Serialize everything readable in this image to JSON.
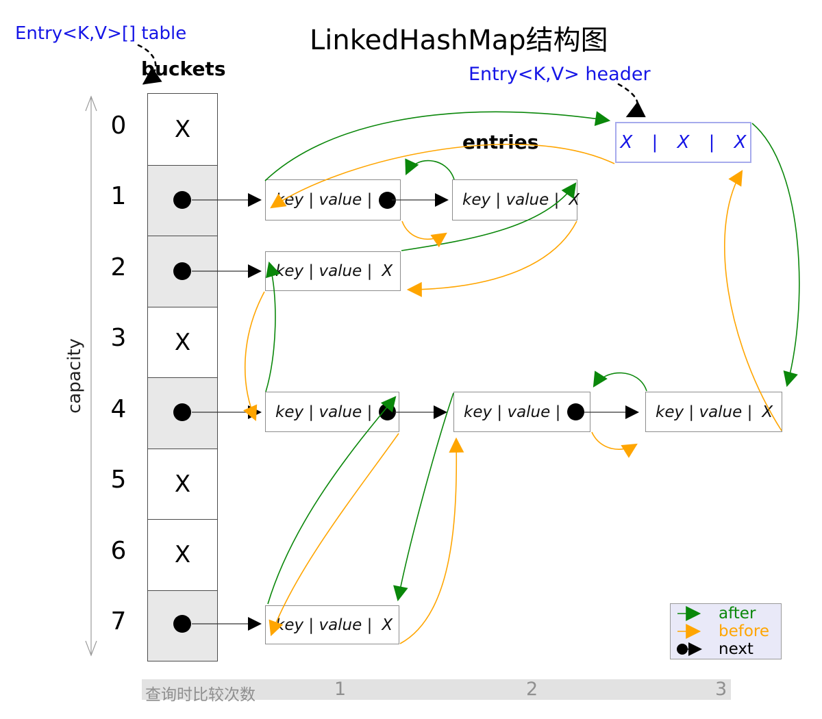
{
  "title": "LinkedHashMap结构图",
  "labels": {
    "table_pointer": "Entry<K,V>[] table",
    "header_pointer": "Entry<K,V> header",
    "buckets": "buckets",
    "entries": "entries",
    "capacity": "capacity"
  },
  "colors": {
    "after": "#0a870a",
    "before": "#ffa500",
    "next": "#000000",
    "pointer_label_blue": "#1515e6",
    "header_box_border": "#a6aaec",
    "entry_box_border": "#8c8c8c",
    "bucket_occupied_fill": "#e8e8e8",
    "footer_bar_fill": "#e2e2e2",
    "footer_text": "#8f8f8f"
  },
  "buckets": [
    {
      "index": "0",
      "content": "X"
    },
    {
      "index": "1",
      "content": "dot"
    },
    {
      "index": "2",
      "content": "dot"
    },
    {
      "index": "3",
      "content": "X"
    },
    {
      "index": "4",
      "content": "dot"
    },
    {
      "index": "5",
      "content": "X"
    },
    {
      "index": "6",
      "content": "X"
    },
    {
      "index": "7",
      "content": "dot"
    }
  ],
  "header_box": {
    "cells": [
      "X",
      "X",
      "X"
    ]
  },
  "entries": [
    {
      "text": "key | value |",
      "tail": "dot"
    },
    {
      "text": "key | value |",
      "tail": "X"
    },
    {
      "text": "key | value |",
      "tail": "X"
    },
    {
      "text": "key | value |",
      "tail": "dot"
    },
    {
      "text": "key | value |",
      "tail": "dot"
    },
    {
      "text": "key | value |",
      "tail": "X"
    },
    {
      "text": "key | value |",
      "tail": "X"
    }
  ],
  "legend": {
    "items": [
      {
        "label": "after",
        "type": "after"
      },
      {
        "label": "before",
        "type": "before"
      },
      {
        "label": "next",
        "type": "next"
      }
    ]
  },
  "footer": {
    "label": "查询时比较次数",
    "counts": [
      "1",
      "2",
      "3"
    ]
  }
}
